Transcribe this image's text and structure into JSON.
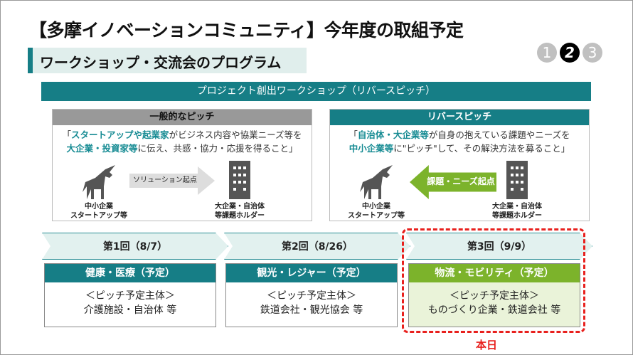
{
  "title": "【多摩イノベーションコミュニティ】今年度の取組予定",
  "section": "ワークショップ・交流会のプログラム",
  "pager": [
    "1",
    "2",
    "3"
  ],
  "banner": "プロジェクト創出ワークショップ（リバースピッチ）",
  "general": {
    "header": "一般的なピッチ",
    "d1": "「",
    "h1": "スタートアップや起業家",
    "d2": "がビジネス内容や協業ニーズ等を",
    "h2": "大企業・投資家等",
    "d3": "に伝え、共感・協力・応援を得ること」",
    "arrow": "ソリューション起点",
    "left1": "中小企業",
    "left2": "スタートアップ等",
    "right1": "大企業・自治体",
    "right2": "等課題ホルダー"
  },
  "reverse": {
    "header": "リバースピッチ",
    "d1": "「",
    "h1": "自治体・大企業等",
    "d2": "が自身の抱えている課題やニーズを",
    "h2": "中小企業等",
    "d3": "に\"ピッチ\"して、その解決方法を募ること」",
    "arrow": "課題・ニーズ起点",
    "left1": "中小企業",
    "left2": "スタートアップ等",
    "right1": "大企業・自治体",
    "right2": "等課題ホルダー"
  },
  "rounds": [
    {
      "label": "第1回（8/7）",
      "theme": "健康・医療（予定）",
      "sub": "＜ピッチ予定主体＞",
      "body": "介護施設・自治体 等",
      "color": "#167e86"
    },
    {
      "label": "第2回（8/26）",
      "theme": "観光・レジャー（予定）",
      "sub": "＜ピッチ予定主体＞",
      "body": "鉄道会社・観光協会 等",
      "color": "#167e86"
    },
    {
      "label": "第3回（9/9）",
      "theme": "物流・モビリティ（予定）",
      "sub": "＜ピッチ予定主体＞",
      "body": "ものづくり企業・鉄道会社 等",
      "color": "#7cb32b"
    }
  ],
  "today": "本日"
}
